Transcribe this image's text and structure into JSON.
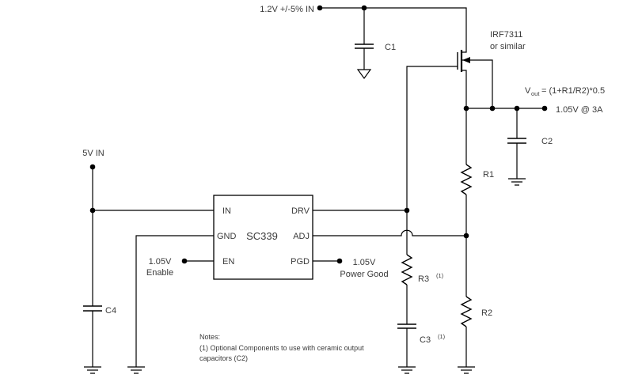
{
  "labels": {
    "input_12v": "1.2V +/-5% IN",
    "c1": "C1",
    "mosfet_part": "IRF7311",
    "mosfet_alt": "or similar",
    "vout_sym": "V",
    "vout_sub": "out",
    "vout_formula": "= (1+R1/R2)*0.5",
    "output_rating": "1.05V @ 3A",
    "c2": "C2",
    "r1": "R1",
    "input_5v": "5V IN",
    "r3": "R3",
    "r3_note": "(1)",
    "c3": "C3",
    "c3_note": "(1)",
    "r2": "R2",
    "c4": "C4"
  },
  "ic": {
    "name": "SC339",
    "pin_in": "IN",
    "pin_gnd": "GND",
    "pin_en": "EN",
    "pin_drv": "DRV",
    "pin_adj": "ADJ",
    "pin_pgd": "PGD"
  },
  "signals": {
    "enable_v": "1.05V",
    "enable_label": "Enable",
    "pgood_v": "1.05V",
    "pgood_label": "Power Good"
  },
  "notes": {
    "title": "Notes:",
    "line1": "(1) Optional Components to use with ceramic output",
    "line2": "capacitors (C2)"
  },
  "icons": {
    "ground_earth": "earth-ground-icon",
    "ground_signal": "triangle-ground-icon",
    "junction": "junction-dot"
  },
  "colors": {
    "background": "#ffffff",
    "wire": "#000000",
    "label": "#3a3a3a"
  }
}
